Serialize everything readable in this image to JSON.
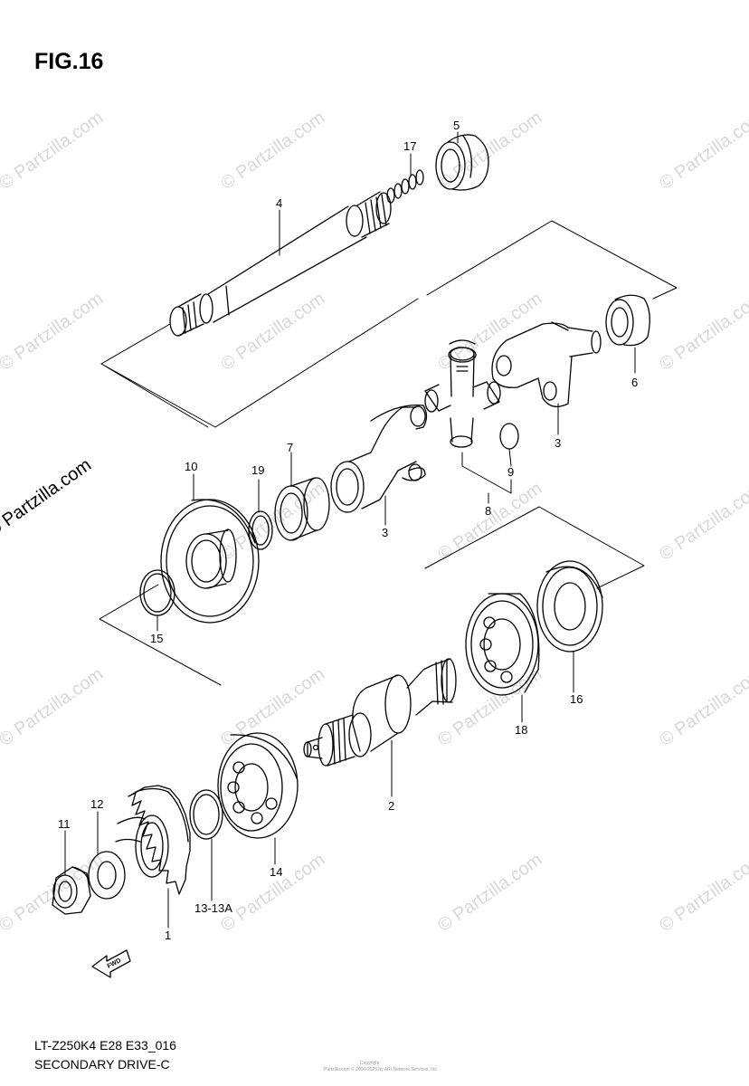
{
  "figure": {
    "title": "FIG.16",
    "model_code": "LT-Z250K4 E28 E33_016",
    "diagram_name": "SECONDARY DRIVE-C",
    "watermark": "© Partzilla.com",
    "fwd_label": "FWD",
    "copyright_top": "Copyright",
    "copyright_bottom": "Partzilla.com © 2004-2025 by ARI Network Services, Inc."
  },
  "part_labels": {
    "p1": "1",
    "p2": "2",
    "p3a": "3",
    "p3b": "3",
    "p4": "4",
    "p5": "5",
    "p6": "6",
    "p7": "7",
    "p8": "8",
    "p9": "9",
    "p10": "10",
    "p11": "11",
    "p12": "12",
    "p13": "13-13A",
    "p14": "14",
    "p15": "15",
    "p16": "16",
    "p17": "17",
    "p18": "18",
    "p19": "19"
  }
}
